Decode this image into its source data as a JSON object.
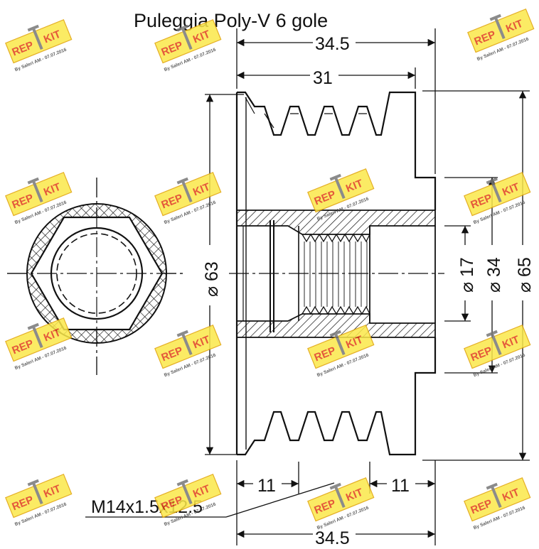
{
  "title": "Puleggia Poly-V 6 gole",
  "dimensions": {
    "overall_length_top": "34.5",
    "groove_length": "31",
    "overall_length_bottom": "34.5",
    "hub_left": "11",
    "hub_right": "11",
    "diameter_grooves": "⌀ 63",
    "diameter_bore": "⌀ 17",
    "diameter_hub": "⌀ 34",
    "diameter_flange": "⌀ 65",
    "thread": "M14x1.5x12.5"
  },
  "watermark": {
    "brand_left": "REP",
    "brand_right": "KIT",
    "caption": "By Saleri AM - 07.07.2016"
  },
  "colors": {
    "line": "#111111",
    "watermark_fill": "#fbe84a",
    "watermark_text": "#e03b1a"
  }
}
